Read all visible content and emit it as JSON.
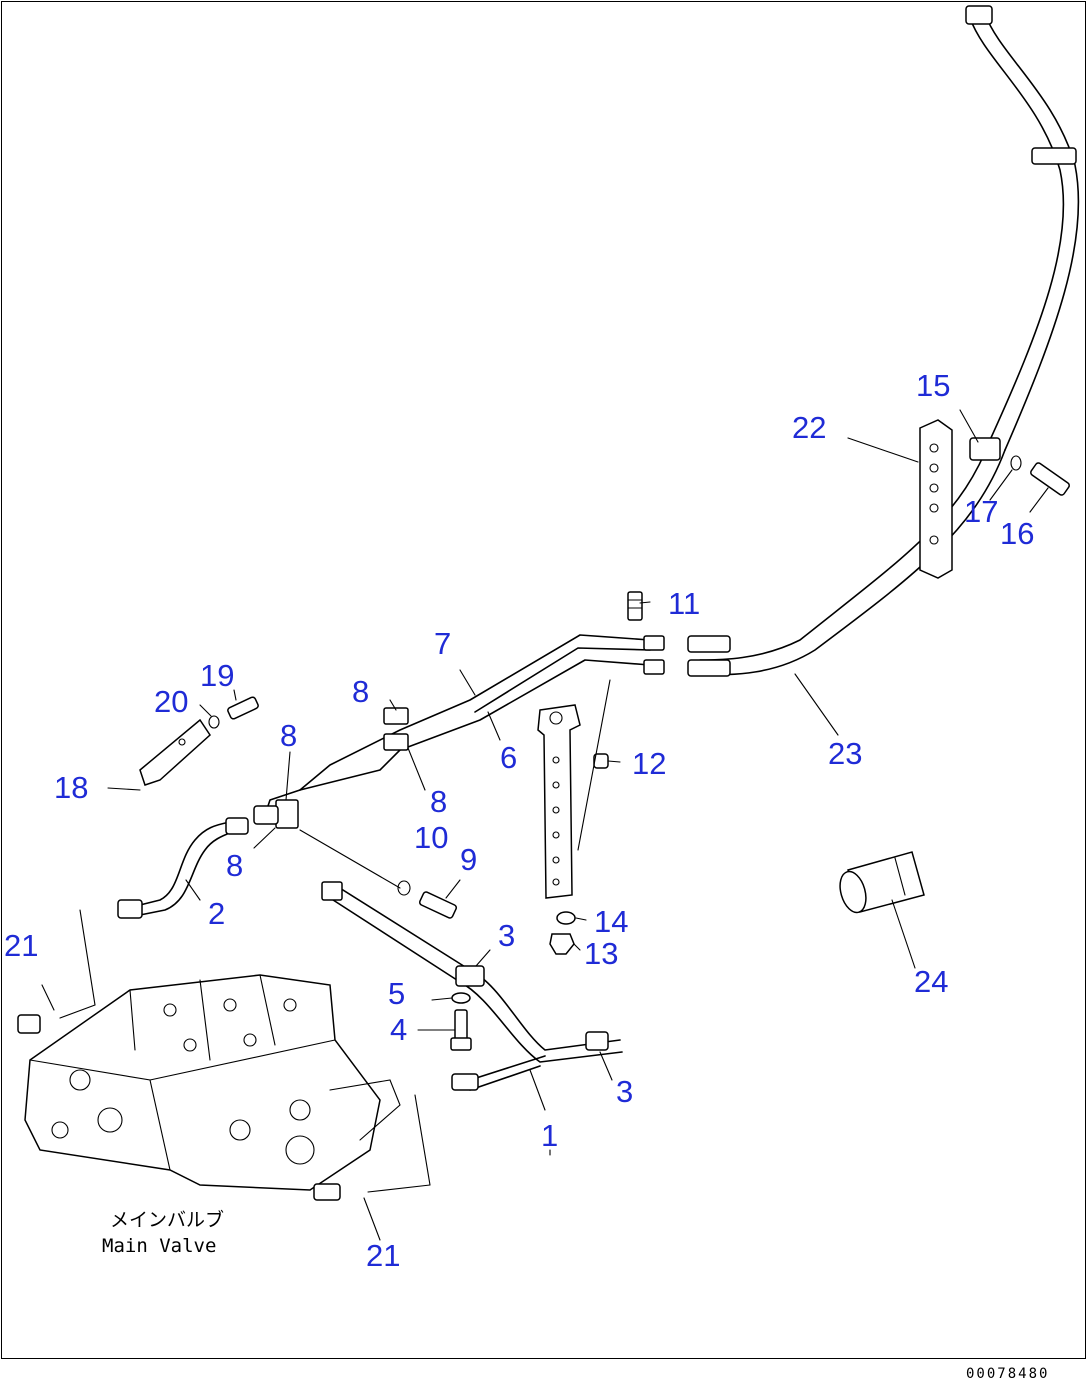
{
  "diagram": {
    "callouts": {
      "c1": "1",
      "c2": "2",
      "c3a": "3",
      "c3b": "3",
      "c4": "4",
      "c5": "5",
      "c6": "6",
      "c7": "7",
      "c8a": "8",
      "c8b": "8",
      "c8c": "8",
      "c8d": "8",
      "c9": "9",
      "c10": "10",
      "c11": "11",
      "c12": "12",
      "c13": "13",
      "c14": "14",
      "c15": "15",
      "c16": "16",
      "c17": "17",
      "c18": "18",
      "c19": "19",
      "c20": "20",
      "c21a": "21",
      "c21b": "21",
      "c22": "22",
      "c23": "23",
      "c24": "24"
    },
    "caption_jp": "メインバルブ",
    "caption_en": "Main Valve",
    "doc_number": "00078480",
    "callout_color": "#1f2bd6"
  }
}
